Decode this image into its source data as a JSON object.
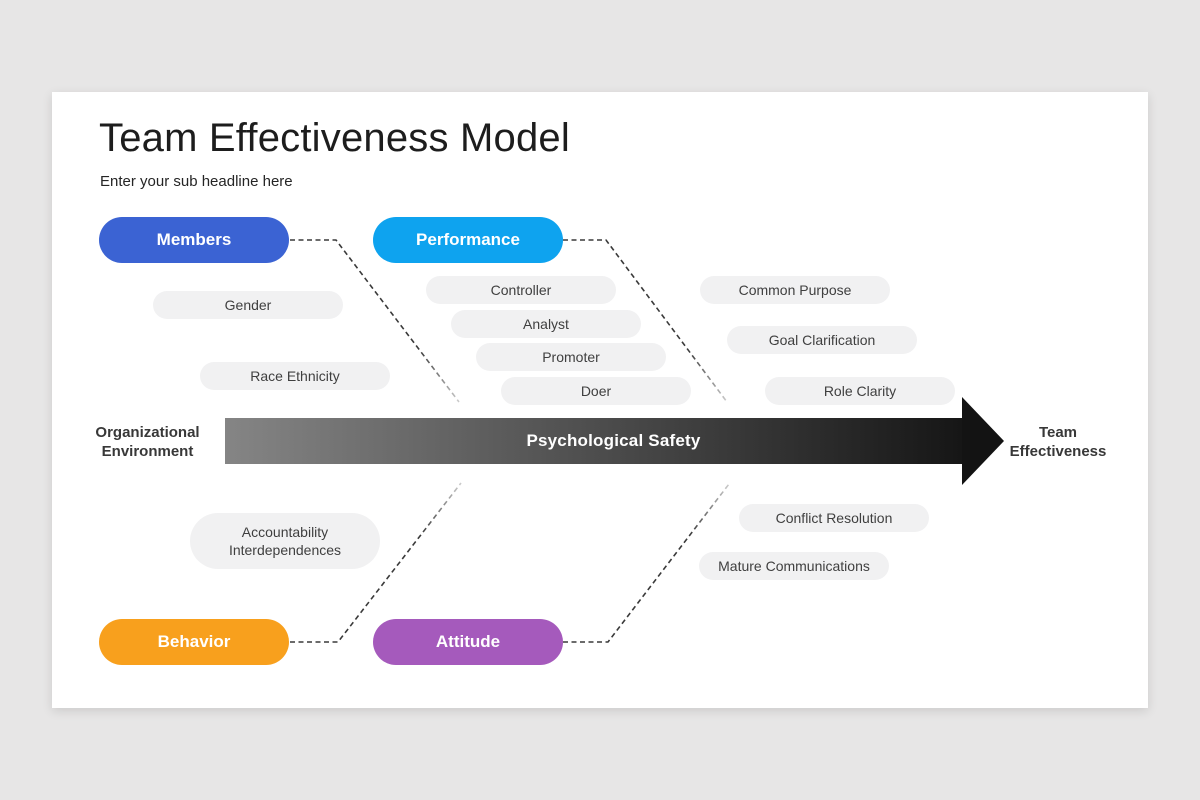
{
  "header": {
    "title": "Team Effectiveness Model",
    "subtitle": "Enter your sub headline here"
  },
  "categories": {
    "members": {
      "label": "Members",
      "color": "#3b63d3"
    },
    "performance": {
      "label": "Performance",
      "color": "#0ea3ef"
    },
    "behavior": {
      "label": "Behavior",
      "color": "#f8a01d"
    },
    "attitude": {
      "label": "Attitude",
      "color": "#a55abc"
    }
  },
  "factors": {
    "gender": "Gender",
    "race_ethnicity": "Race Ethnicity",
    "controller": "Controller",
    "analyst": "Analyst",
    "promoter": "Promoter",
    "doer": "Doer",
    "common_purpose": "Common Purpose",
    "goal_clarification": "Goal Clarification",
    "role_clarity": "Role Clarity",
    "accountability": "Accountability Interdependences",
    "conflict_resolution": "Conflict Resolution",
    "mature_communications": "Mature Communications"
  },
  "arrow": {
    "label": "Psychological Safety",
    "left_label": "Organizational Environment",
    "right_label": "Team Effectiveness",
    "gradient_start": "#858585",
    "gradient_end": "#161616",
    "connector_color": "#3a3a3a"
  }
}
